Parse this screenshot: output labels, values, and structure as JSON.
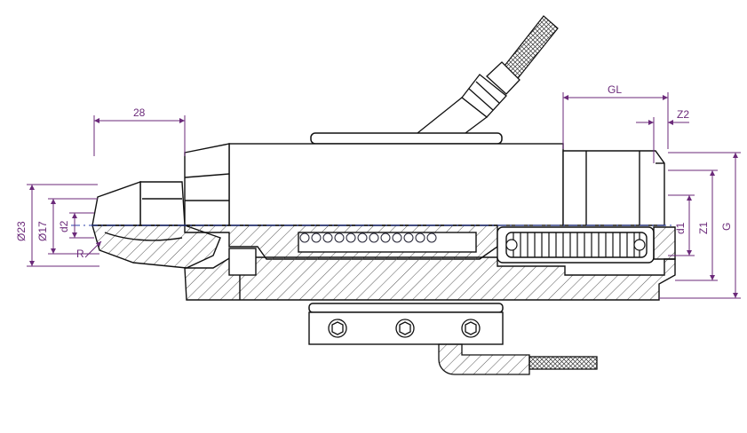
{
  "colors": {
    "line": "#1a1a1a",
    "dimension": "#6b2a7a",
    "centerline": "#2b3fa8",
    "hatch": "#555555",
    "background": "#ffffff"
  },
  "dimensions": {
    "length_28": "28",
    "gl": "GL",
    "z2": "Z2",
    "dia_23": "Ø23",
    "dia_17": "Ø17",
    "d2": "d2",
    "r": "R",
    "d1": "d1",
    "z1": "Z1",
    "g": "G"
  }
}
